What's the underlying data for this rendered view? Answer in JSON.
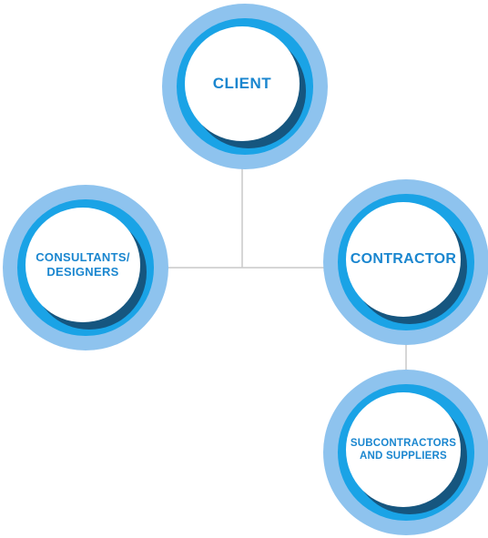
{
  "nodes": {
    "client": {
      "label": "CLIENT"
    },
    "consultants": {
      "label": "CONSULTANTS/\nDESIGNERS"
    },
    "contractor": {
      "label": "CONTRACTOR"
    },
    "subcontractors": {
      "label": "SUBCONTRACTORS\nAND SUPPLIERS"
    }
  },
  "colors": {
    "outer_ring": "#8ec3ee",
    "middle_ring": "#1aa3e6",
    "crescent": "#16567f",
    "label_text": "#1a86cf",
    "connector_line": "#c8c8c8"
  }
}
